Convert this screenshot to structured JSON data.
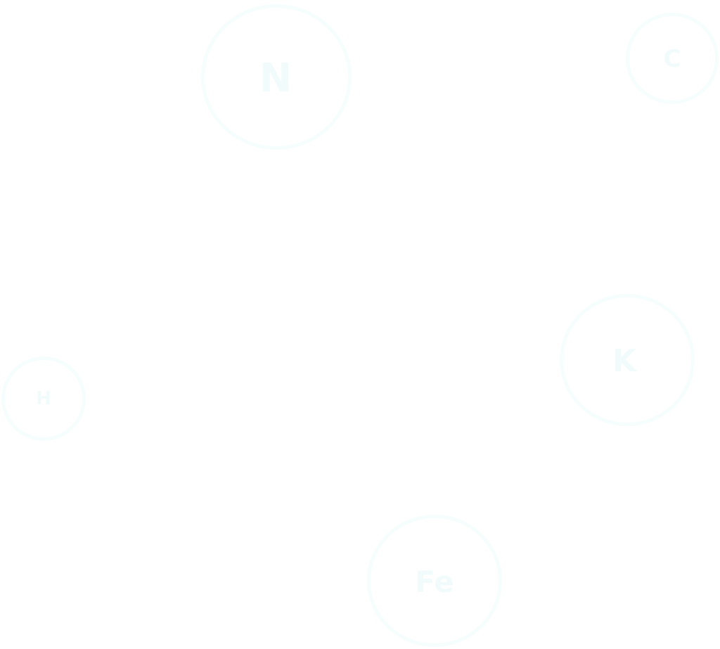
{
  "elements": [
    {
      "id": "n",
      "symbol": "N"
    },
    {
      "id": "c",
      "symbol": "C"
    },
    {
      "id": "k",
      "symbol": "K"
    },
    {
      "id": "h",
      "symbol": "H"
    },
    {
      "id": "fe",
      "symbol": "Fe"
    }
  ],
  "colors": {
    "background": "#ffffff",
    "ring": "#f5fdfd",
    "text": "#f2fbfb"
  }
}
